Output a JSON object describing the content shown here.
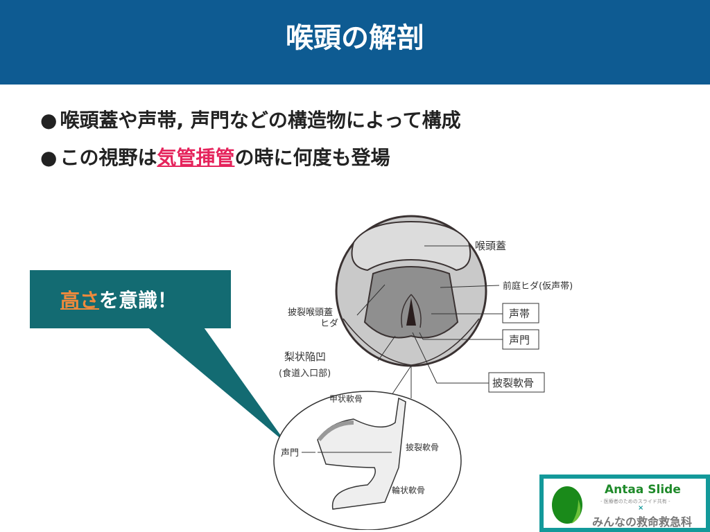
{
  "title": "喉頭の解剖",
  "bullets": [
    {
      "dot": "●",
      "text": "喉頭蓋や声帯, 声門などの構造物によって構成"
    },
    {
      "dot": "●",
      "pre": "この視野は",
      "highlight": "気管挿管",
      "post": "の時に何度も登場"
    }
  ],
  "callout": {
    "highlight": "高さ",
    "rest": "を意識！"
  },
  "diagram": {
    "top_labels": [
      "喉頭蓋",
      "前庭ヒダ(仮声帯)",
      "披裂喉頭蓋",
      "ヒダ",
      "声帯",
      "声門",
      "梨状陥凹",
      "(食道入口部)",
      "披裂軟骨"
    ],
    "side_labels": [
      "甲状軟骨",
      "声門",
      "披裂軟骨",
      "輪状軟骨"
    ]
  },
  "logo": {
    "name": "Antaa Slide",
    "sub": "- 医療者のためのスライド共有 -",
    "x": "×",
    "partner": "みんなの救命救急科"
  },
  "colors": {
    "header": "#0e5b92",
    "highlight": "#e5245c",
    "callout": "#136b72",
    "callout_accent": "#f08a3c"
  }
}
